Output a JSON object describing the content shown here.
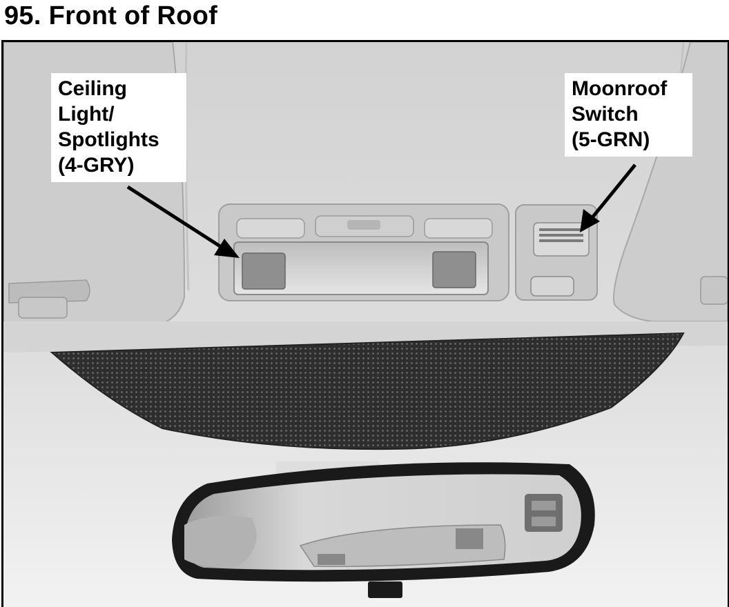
{
  "page": {
    "title": "95. Front of Roof"
  },
  "callouts": [
    {
      "id": "ceiling",
      "text": "Ceiling\nLight/\nSpotlights\n(4-GRY)"
    },
    {
      "id": "moonroof",
      "text": "Moonroof\nSwitch\n(5-GRN)"
    }
  ],
  "colors": {
    "headliner": "#d6d6d6",
    "headliner_shadow": "#bdbdbd",
    "speaker_mesh": "#3a3a3a",
    "mirror_frame": "#1a1a1a",
    "windshield": "#e8e8e8"
  },
  "icons": [
    "arrow-icon",
    "arrow-icon"
  ]
}
